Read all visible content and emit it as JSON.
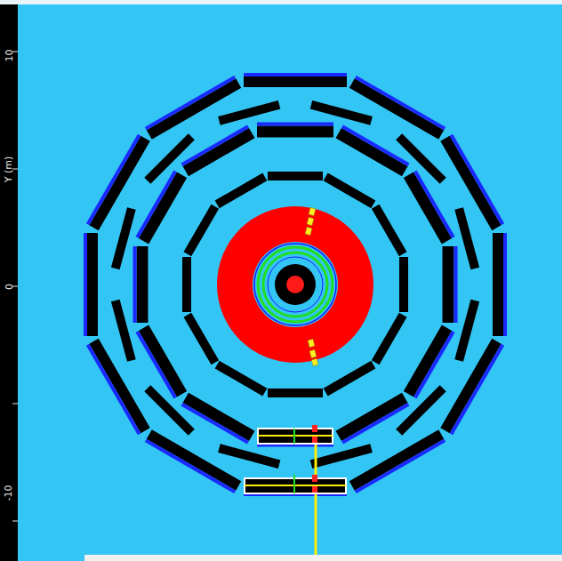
{
  "diagram": {
    "labels": [
      "10",
      "Y (m)",
      "0",
      "-10"
    ]
  }
}
